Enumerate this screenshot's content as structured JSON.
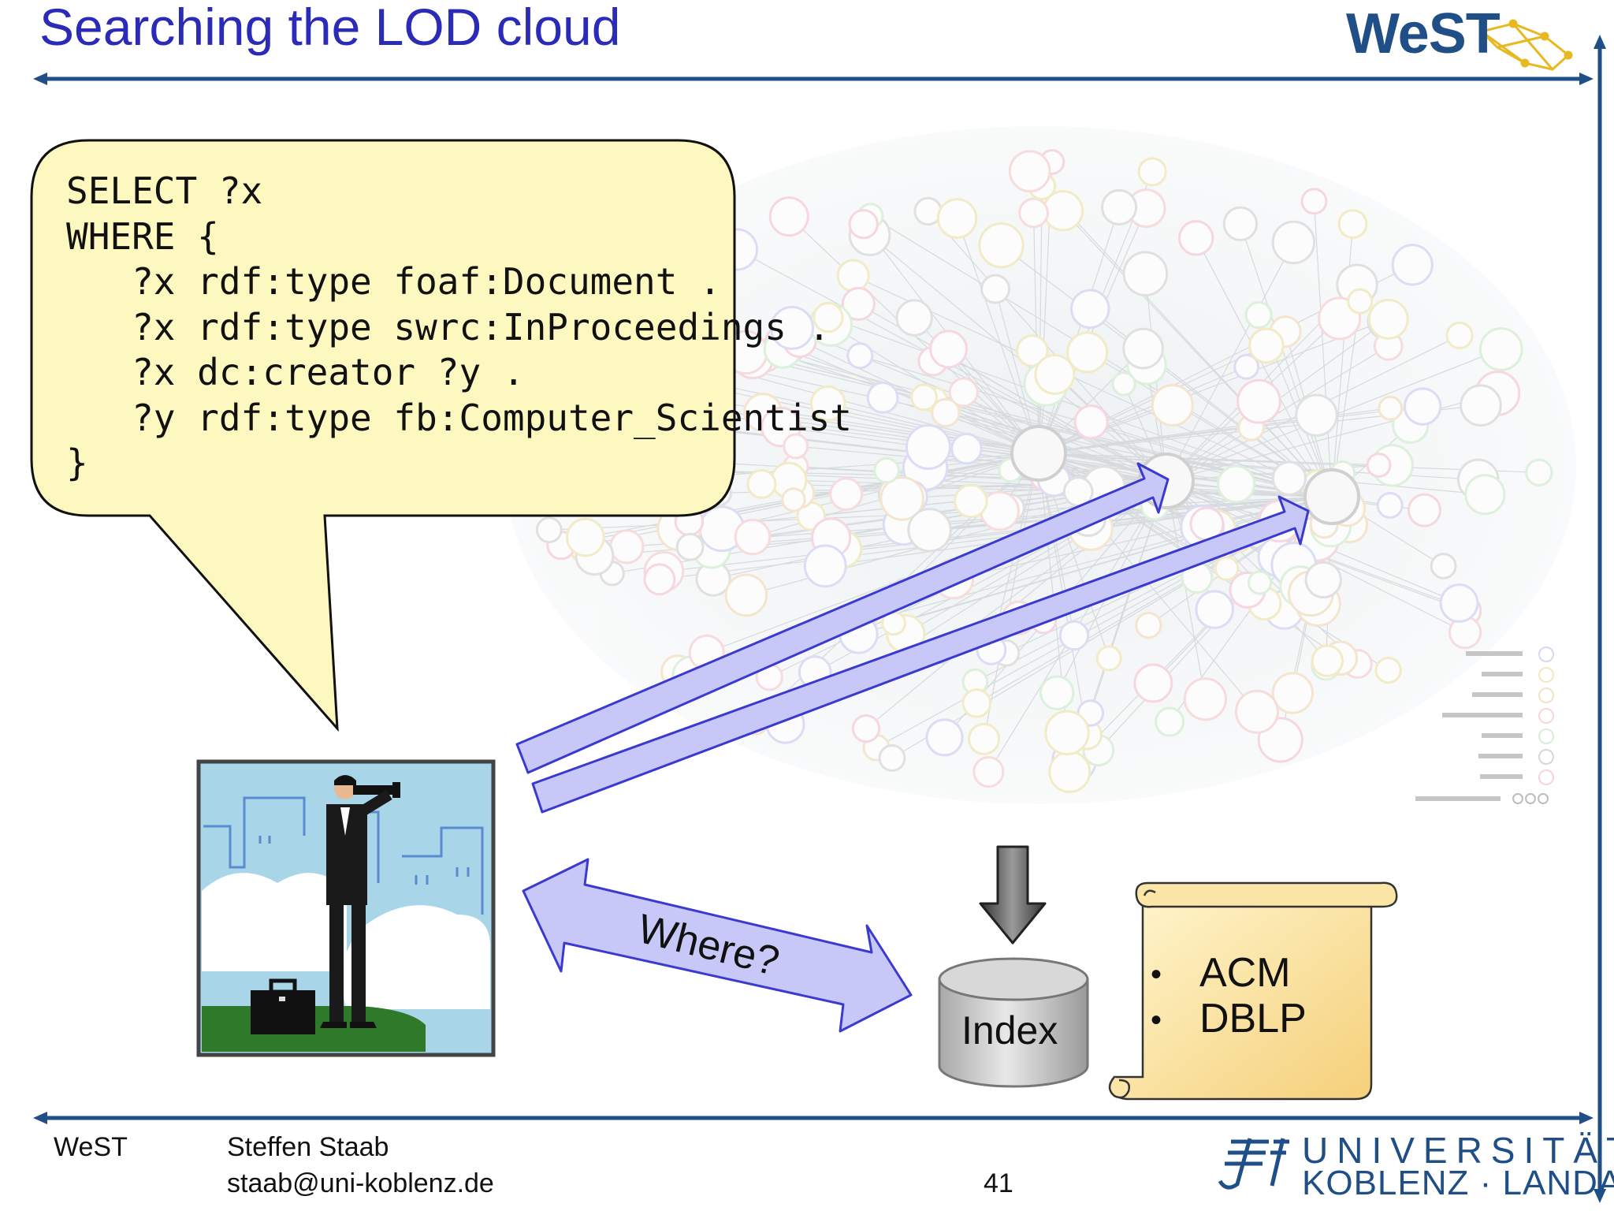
{
  "slide": {
    "title": "Searching the LOD cloud",
    "logo_text": "WeST",
    "logo_icon": "star-network-icon"
  },
  "query": {
    "lines": [
      "SELECT ?x",
      "WHERE {",
      "   ?x rdf:type foaf:Document .",
      "   ?x rdf:type swrc:InProceedings .",
      "   ?x dc:creator ?y .",
      "   ?y rdf:type fb:Computer_Scientist",
      "}"
    ]
  },
  "diagram": {
    "where_label": "Where?",
    "index_label": "Index",
    "sources": [
      "ACM",
      "DBLP"
    ],
    "bullet": "•",
    "colors": {
      "bubble_fill": "#fdf7c0",
      "arrow_fill": "#c8c8f8",
      "arrow_stroke": "#3a3ad0",
      "scroll_fill": "#fbe6a8",
      "cylinder_fill": "#c8c8c8",
      "rule": "#1f4f86"
    }
  },
  "footer": {
    "org": "WeST",
    "author": "Steffen Staab",
    "email": "staab@uni-koblenz.de",
    "page_number": "41",
    "university_line1": "UNIVERSITÄT",
    "university_line2": "KOBLENZ · LANDAU"
  }
}
